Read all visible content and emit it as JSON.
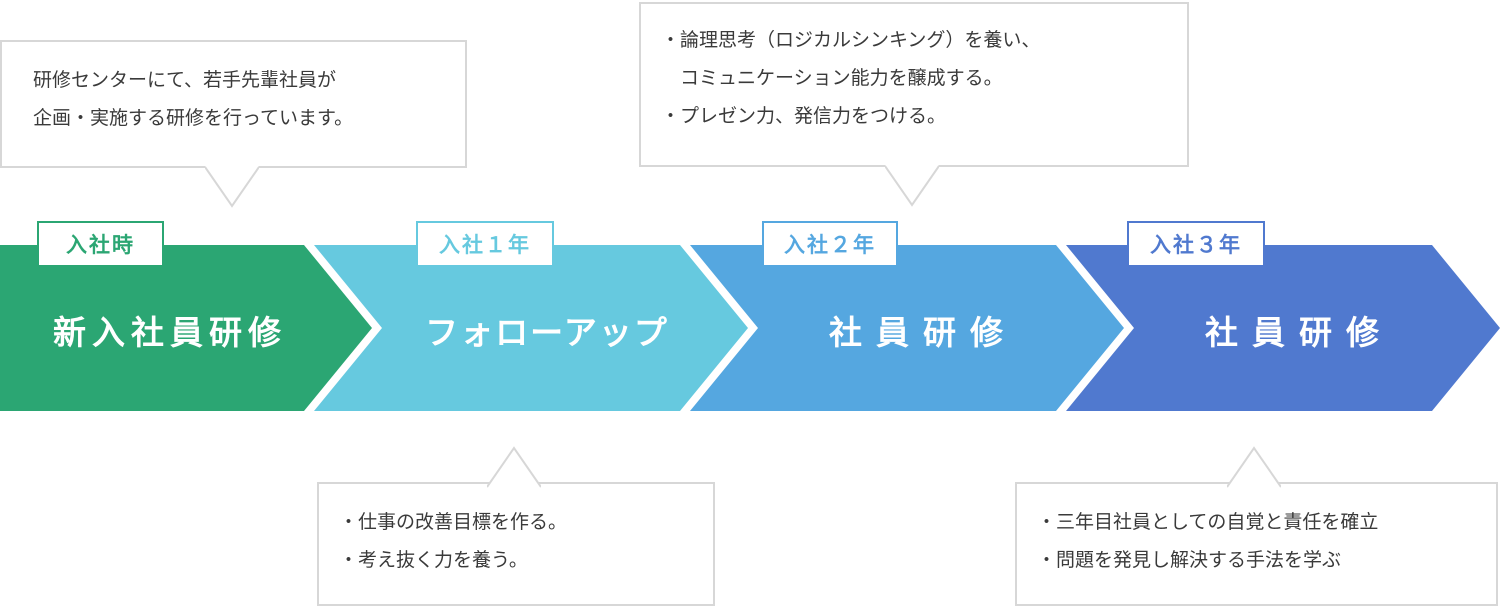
{
  "steps": [
    {
      "badge": "入社時",
      "label": "新入社員研修",
      "color": "#2ba673"
    },
    {
      "badge": "入社１年",
      "label": "フォローアップ",
      "color": "#66c9df"
    },
    {
      "badge": "入社２年",
      "label": "社員研修",
      "color": "#55a7e0"
    },
    {
      "badge": "入社３年",
      "label": "社員研修",
      "color": "#5079cf"
    }
  ],
  "callouts": {
    "step1": {
      "lines": [
        "研修センターにて、若手先輩社員が",
        "企画・実施する研修を行っています。"
      ]
    },
    "step2": {
      "lines": [
        "・仕事の改善目標を作る。",
        "・考え抜く力を養う。"
      ]
    },
    "step3": {
      "lines": [
        "・論理思考（ロジカルシンキング）を養い、",
        "　コミュニケーション能力を醸成する。",
        "・プレゼン力、発信力をつける。"
      ]
    },
    "step4": {
      "lines": [
        "・三年目社員としての自覚と責任を確立",
        "・問題を発見し解決する手法を学ぶ"
      ]
    }
  },
  "colors": {
    "callout_border": "#d7d7d7",
    "text": "#3a3a3a"
  }
}
